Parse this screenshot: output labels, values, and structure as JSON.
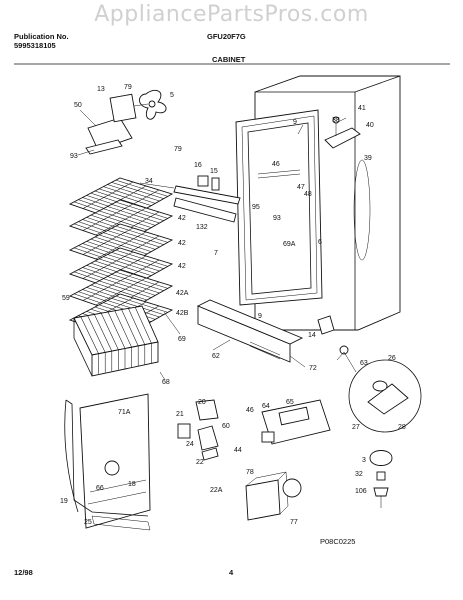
{
  "watermark": "AppliancePartsPros.com",
  "header": {
    "publication_label": "Publication No.",
    "publication_number": "5995318105",
    "model": "GFU20F7G",
    "section": "CABINET"
  },
  "footer": {
    "date": "12/98",
    "page": "4",
    "drawing_code": "P08C0225"
  },
  "callouts": {
    "c13": "13",
    "c79a": "79",
    "c5": "5",
    "c50": "50",
    "c79b": "79",
    "c93": "93",
    "c16": "16",
    "c15": "15",
    "c34": "34",
    "c9a": "9",
    "c41": "41",
    "c38": "38",
    "c40": "40",
    "c39": "39",
    "c46": "46",
    "c47": "47",
    "c48": "48",
    "c95": "95",
    "c93b": "93",
    "c132": "132",
    "c42a": "42",
    "c42b": "42",
    "c42c": "42",
    "c7": "7",
    "c69a": "69A",
    "c6": "6",
    "c42d": "42A",
    "c42e": "42B",
    "c59": "59",
    "c9b": "9",
    "c14": "14",
    "c69": "69",
    "c62": "62",
    "c72": "72",
    "c68": "68",
    "c63": "63",
    "c26": "26",
    "c27": "27",
    "c28": "28",
    "c71a": "71A",
    "c21": "21",
    "c20": "20",
    "c60": "60",
    "c24": "24",
    "c22": "22",
    "c22a": "22A",
    "c46b": "46",
    "c64": "64",
    "c65": "65",
    "c44": "44",
    "c78": "78",
    "c77": "77",
    "c18": "18",
    "c66": "66",
    "c19": "19",
    "c25": "25",
    "c3": "3",
    "c32": "32",
    "c106": "106"
  }
}
